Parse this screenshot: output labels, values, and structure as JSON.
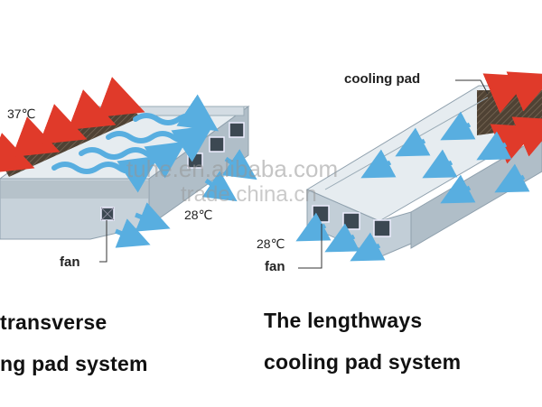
{
  "left_diagram": {
    "temp_in": "37℃",
    "temp_out": "28℃",
    "fan_label": "fan",
    "caption_line1": "transverse",
    "caption_line2": "ng pad system"
  },
  "right_diagram": {
    "pad_label": "cooling pad",
    "temp_out": "28℃",
    "fan_label": "fan",
    "caption_line1": "The lengthways",
    "caption_line2": "cooling pad system"
  },
  "watermarks": [
    "tuhe.en.alibaba.com",
    "trade.china.cn"
  ],
  "colors": {
    "hot_arrow": "#e03a2a",
    "cool_arrow": "#58aee0",
    "pad": "#5a4a3a",
    "wall_front": "#bcc8d2",
    "wall_side": "#d4dde4",
    "wall_top": "#e8eef2",
    "leader_line": "#333333"
  }
}
